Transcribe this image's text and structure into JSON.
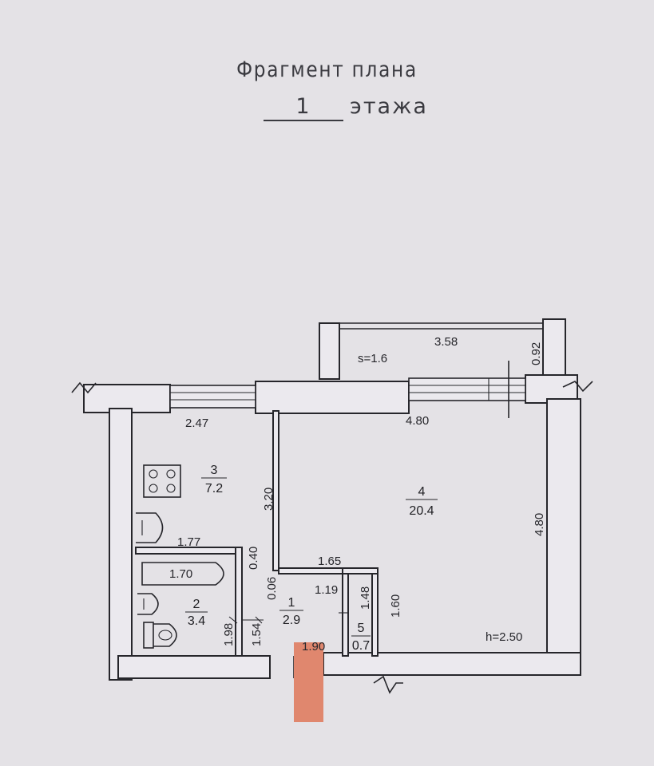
{
  "title": "Фрагмент плана",
  "floor": {
    "number": "1",
    "word": "этажа"
  },
  "balcony": {
    "area": "s=1.6",
    "length": "3.58",
    "depth": "0.92"
  },
  "rooms": [
    {
      "id": "1",
      "area": "2.9"
    },
    {
      "id": "2",
      "area": "3.4"
    },
    {
      "id": "3",
      "area": "7.2"
    },
    {
      "id": "4",
      "area": "20.4"
    },
    {
      "id": "5",
      "area": "0.7"
    }
  ],
  "dimensions": {
    "kitchen_width": "2.47",
    "room_width": "4.80",
    "kitchen_depth": "3.20",
    "room_depth": "4.80",
    "wc_length": "1.77",
    "partition_1": "0.40",
    "partition_2": "0.06",
    "hall_top": "1.65",
    "hall_inner": "1.19",
    "closet_height": "1.48",
    "hall_height": "1.60",
    "bath_length": "1.70",
    "bath_depth": "1.98",
    "hall_left": "1.54",
    "hall_bottom": "1.90"
  },
  "ceiling_height": "h=2.50"
}
